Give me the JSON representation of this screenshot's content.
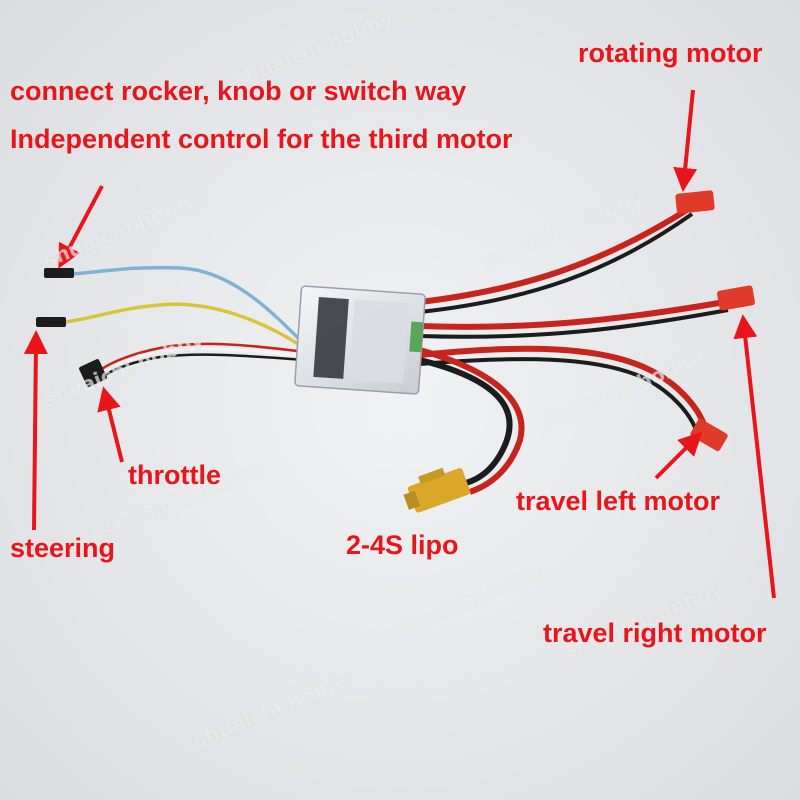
{
  "labels": {
    "connect": "connect rocker, knob or switch way",
    "independent": "Independent control for the third motor",
    "rotating": "rotating motor",
    "throttle": "throttle",
    "steering": "steering",
    "lipo": "2-4S lipo",
    "travel_left": "travel left motor",
    "travel_right": "travel right motor"
  },
  "watermark": "shuaichi hobby",
  "colors": {
    "label": "#e8151b",
    "background": "#e9eaec",
    "wire_red": "#c8241e",
    "wire_black": "#1c1c1c",
    "wire_blue": "#7fb3d6",
    "wire_yellow": "#d8c43a",
    "connector_red": "#e23a2a",
    "plug_yellow": "#d9a82a"
  }
}
